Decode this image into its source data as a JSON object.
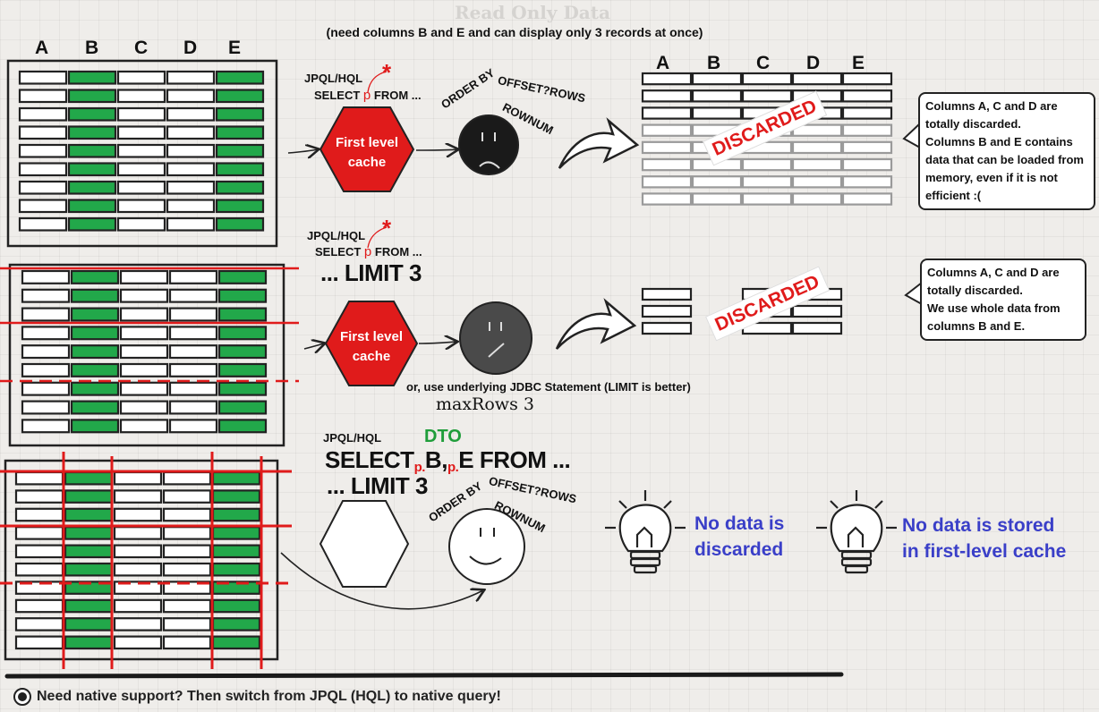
{
  "header": {
    "title": "Read Only Data",
    "subtitle": "(need columns B and E and can display only 3 records at once)"
  },
  "columns": [
    "A",
    "B",
    "C",
    "D",
    "E"
  ],
  "row1": {
    "query_label": "JPQL/HQL",
    "asterisk": "*",
    "select_pre": "SELECT",
    "p": "p",
    "select_post": "FROM ...",
    "cache_line1": "First level",
    "cache_line2": "cache",
    "order_by": "ORDER BY",
    "offset_rows": "OFFSET?ROWS",
    "rownum": "ROWNUM",
    "discarded": "DISCARDED",
    "note": [
      "Columns A, C and D are",
      "totally discarded.",
      "Columns B and E contains",
      "data that can be loaded from",
      "memory, even if it is not",
      "efficient :("
    ]
  },
  "row2": {
    "query_label": "JPQL/HQL",
    "asterisk": "*",
    "select_pre": "SELECT",
    "p": "p",
    "select_post": "FROM ...",
    "limit": "... LIMIT 3",
    "cache_line1": "First level",
    "cache_line2": "cache",
    "alt_text": "or, use underlying JDBC Statement (LIMIT is better)",
    "max_rows": "maxRows 3",
    "discarded": "DISCARDED",
    "note": [
      "Columns A, C and D are",
      "totally discarded.",
      "We use whole data from",
      "columns B and E."
    ]
  },
  "row3": {
    "query_label": "JPQL/HQL",
    "dto": "DTO",
    "select_1": "SELECT",
    "p1": "p.",
    "b": "B",
    "comma": ",",
    "p2": "p.",
    "rest": "E FROM ...",
    "limit": "... LIMIT 3",
    "order_by": "ORDER BY",
    "offset_rows": "OFFSET?ROWS",
    "rownum": "ROWNUM",
    "bulb1": "No data is\ndiscarded",
    "bulb2": "No data is stored\nin first-level cache"
  },
  "footer": {
    "text": "Need native support? Then switch from JPQL (HQL) to native query!"
  },
  "colors": {
    "cell_green": "#22a84a",
    "accent_red": "#e01b1b",
    "note_blue": "#3a3fc8"
  }
}
